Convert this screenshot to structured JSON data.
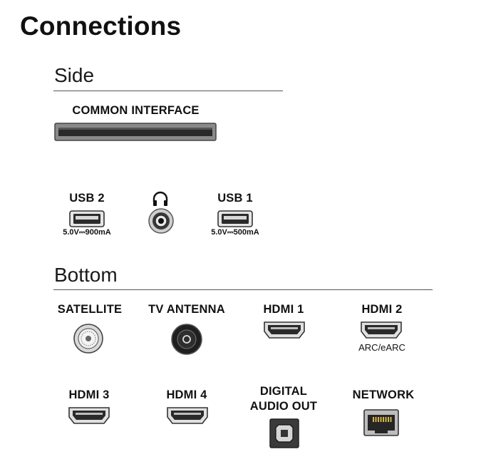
{
  "title": "Connections",
  "sections": {
    "side": "Side",
    "bottom": "Bottom"
  },
  "ports": {
    "common_interface": {
      "label": "COMMON INTERFACE",
      "icon": "ci-slot-icon"
    },
    "usb2": {
      "label": "USB 2",
      "spec": "5.0V⎓900mA",
      "icon": "usb-port-icon"
    },
    "headphone": {
      "icon": "headphone-icon",
      "jack_icon": "audio-jack-icon"
    },
    "usb1": {
      "label": "USB 1",
      "spec": "5.0V⎓500mA",
      "icon": "usb-port-icon"
    },
    "satellite": {
      "label": "SATELLITE",
      "icon": "satellite-connector-icon"
    },
    "tv_antenna": {
      "label": "TV ANTENNA",
      "icon": "antenna-connector-icon"
    },
    "hdmi1": {
      "label": "HDMI 1",
      "icon": "hdmi-port-icon"
    },
    "hdmi2": {
      "label": "HDMI 2",
      "note": "ARC/eARC",
      "icon": "hdmi-port-icon"
    },
    "hdmi3": {
      "label": "HDMI 3",
      "icon": "hdmi-port-icon"
    },
    "hdmi4": {
      "label": "HDMI 4",
      "icon": "hdmi-port-icon"
    },
    "digital_audio": {
      "label_line1": "DIGITAL",
      "label_line2": "AUDIO OUT",
      "icon": "optical-port-icon"
    },
    "network": {
      "label": "NETWORK",
      "icon": "ethernet-port-icon"
    }
  }
}
